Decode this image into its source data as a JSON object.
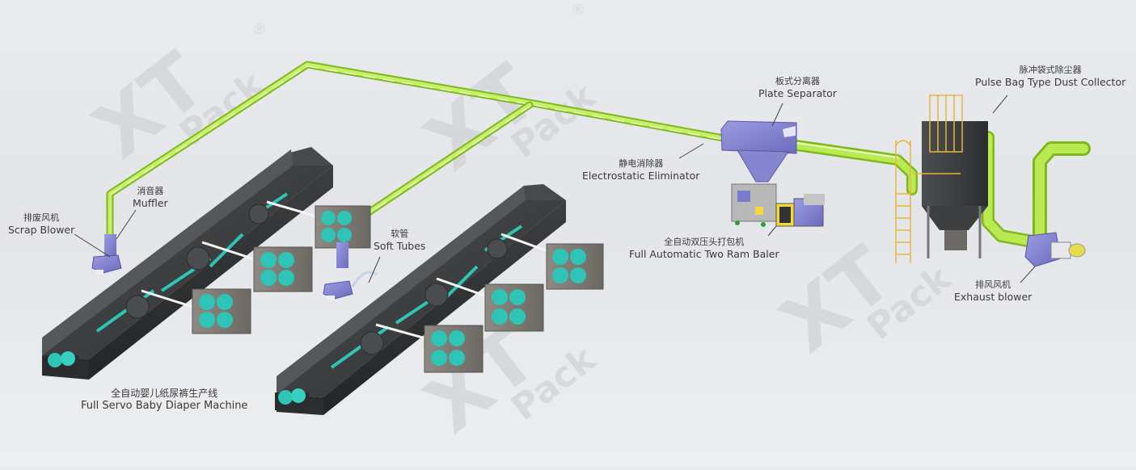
{
  "diagram": {
    "title": "Baby Diaper Line Dust Collection System",
    "watermark": {
      "brand_letters": "XT",
      "sub": "Pack",
      "registered": "®"
    },
    "labels": {
      "scrap_blower": {
        "zh": "排废风机",
        "en": "Scrap Blower"
      },
      "muffler": {
        "zh": "消音器",
        "en": "Muffler"
      },
      "soft_tubes": {
        "zh": "软管",
        "en": "Soft Tubes"
      },
      "electrostatic": {
        "zh": "静电消除器",
        "en": "Electrostatic Eliminator"
      },
      "plate_separator": {
        "zh": "板式分离器",
        "en": "Plate Separator"
      },
      "baler": {
        "zh": "全自动双压头打包机",
        "en": "Full Automatic Two Ram Baler"
      },
      "dust_collector": {
        "zh": "脉冲袋式除尘器",
        "en": "Pulse Bag Type Dust Collector"
      },
      "exhaust_blower": {
        "zh": "排风风机",
        "en": "Exhaust blower"
      },
      "diaper_machine": {
        "zh": "全自动婴儿纸尿裤生产线",
        "en": "Full Servo Baby Diaper Machine"
      }
    },
    "colors": {
      "pipe": "#a8e13a",
      "pipe_highlight": "#e6ffb0",
      "machine_body": "#3b3d3f",
      "roll": "#2ec4b6",
      "blower": "#7f7fd0",
      "ladder": "#e8b63a"
    }
  }
}
